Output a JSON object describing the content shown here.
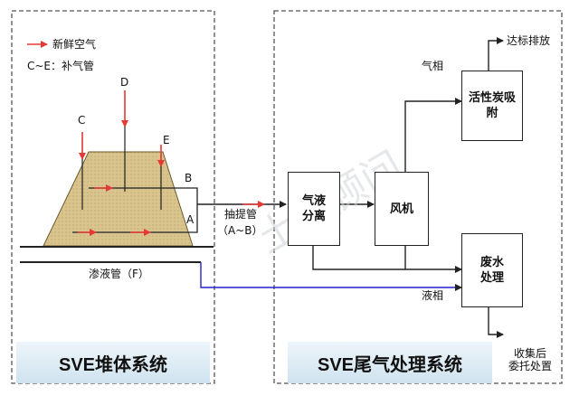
{
  "legend": {
    "fresh_air_label": "新鲜空气",
    "supplement_pipe_label": "C~E：补气管"
  },
  "pile": {
    "label_C": "C",
    "label_D": "D",
    "label_E": "E",
    "label_B": "B",
    "label_A": "A",
    "extraction_pipe_label": "抽提管",
    "extraction_pipe_range": "（A~B）",
    "leachate_pipe_label": "渗液管（F）"
  },
  "treatment": {
    "gas_liquid_separator": "气液\n分离",
    "fan": "风机",
    "activated_carbon": "活性炭吸\n附",
    "wastewater": "废水\n处理",
    "gas_phase_label": "气相",
    "liquid_phase_label": "液相",
    "emission_label": "达标排放",
    "disposal_label": "收集后\n委托处置"
  },
  "banners": {
    "left": "SVE堆体系统",
    "right": "SVE尾气处理系统"
  },
  "watermark": "土壤顾问",
  "colors": {
    "fresh_air": "#e53935",
    "pile_fill": "#d8c48c",
    "liquid_line": "#2222cc",
    "frame": "#555555"
  }
}
